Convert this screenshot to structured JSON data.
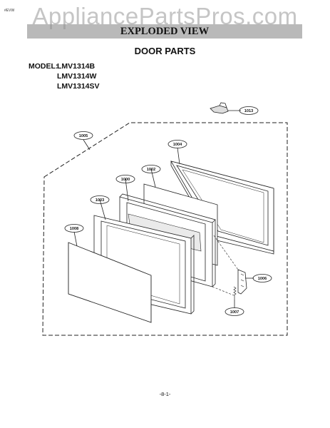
{
  "watermark": "AppliancePartsPros.com",
  "corner_mark": "#EVW",
  "banner_title": "EXPLODED VIEW",
  "section_title": "DOOR PARTS",
  "model": {
    "label": "MODEL:",
    "numbers": [
      "LMV1314B",
      "LMV1314W",
      "LMV1314SV"
    ]
  },
  "callouts": [
    "1013",
    "1005",
    "1004",
    "1002",
    "1000",
    "1003",
    "1008",
    "1006",
    "1007"
  ],
  "page_number": "-8-1-"
}
